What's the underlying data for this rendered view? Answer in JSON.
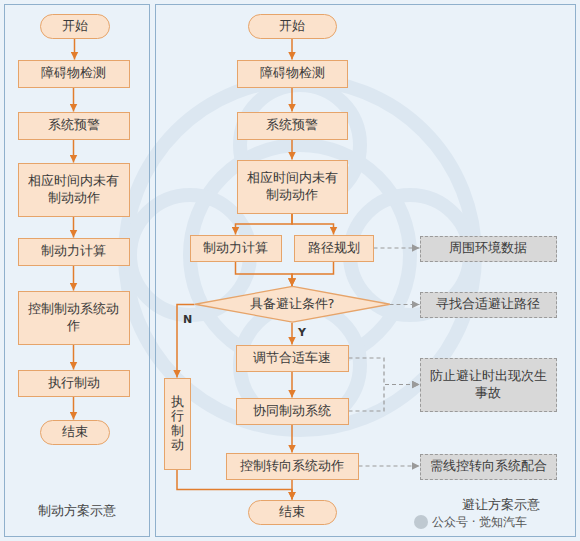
{
  "diagram": {
    "nodes": [
      {
        "text": [
          "制动方案示意"
        ]
      },
      {
        "text": [
          "开始"
        ],
        "in": 0
      },
      {
        "text": [
          "障碍物检测"
        ],
        "in": 0
      },
      {
        "text": [
          "系统预警"
        ],
        "in": 0
      },
      {
        "text": [
          "相应时间内未有制动动作"
        ],
        "in": 0
      },
      {
        "text": [
          "制动力计算"
        ],
        "in": 0
      },
      {
        "text": [
          "控制制动系统动作"
        ],
        "in": 0
      },
      {
        "text": [
          "执行制动"
        ],
        "in": 0
      },
      {
        "text": [
          "结束"
        ],
        "in": 0
      },
      {
        "text": [
          "避让方案示意"
        ]
      },
      {
        "text": [
          "开始"
        ],
        "in": 9
      },
      {
        "text": [
          "障碍物检测"
        ],
        "in": 9
      },
      {
        "text": [
          "系统预警"
        ],
        "in": 9
      },
      {
        "text": [
          "相应时间内未有制动动作"
        ],
        "in": 9
      },
      {
        "text": [
          "制动力计算"
        ],
        "in": 9
      },
      {
        "text": [
          "路径规划"
        ],
        "in": 9
      },
      {
        "text": [
          "周围环境数据"
        ],
        "in": 9
      },
      {
        "text": [
          "具备避让条件?"
        ],
        "in": 9
      },
      {
        "text": [
          "寻找合适避让路径"
        ],
        "in": 9
      },
      {
        "text": [
          "调节合适车速"
        ],
        "in": 9
      },
      {
        "text": [
          "防止避让时出现次生事故"
        ],
        "in": 9
      },
      {
        "text": [
          "协同制动系统"
        ],
        "in": 9
      },
      {
        "text": [
          "执行制动"
        ],
        "in": 9
      },
      {
        "text": [
          "控制转向系统动作"
        ],
        "in": 9
      },
      {
        "text": [
          "需线控转向系统配合"
        ],
        "in": 9
      },
      {
        "text": [
          "结束"
        ],
        "in": 9
      }
    ],
    "edges": [
      {
        "from": 1,
        "to": 2,
        "arrow": "to"
      },
      {
        "from": 2,
        "to": 3,
        "arrow": "to"
      },
      {
        "from": 3,
        "to": 4,
        "arrow": "to"
      },
      {
        "from": 4,
        "to": 5,
        "arrow": "to"
      },
      {
        "from": 5,
        "to": 6,
        "arrow": "to"
      },
      {
        "from": 6,
        "to": 7,
        "arrow": "to"
      },
      {
        "from": 7,
        "to": 8,
        "arrow": "to"
      },
      {
        "from": 10,
        "to": 11,
        "arrow": "to"
      },
      {
        "from": 11,
        "to": 12,
        "arrow": "to"
      },
      {
        "from": 12,
        "to": 13,
        "arrow": "to"
      },
      {
        "from": 13,
        "to": 14,
        "arrow": "to"
      },
      {
        "from": 13,
        "to": 15,
        "arrow": "to"
      },
      {
        "from": 14,
        "to": 17,
        "arrow": "to"
      },
      {
        "from": 15,
        "to": 17,
        "arrow": "to"
      },
      {
        "from": 15,
        "to": 16,
        "arrow": "to"
      },
      {
        "from": 17,
        "to": 18,
        "arrow": "to"
      },
      {
        "from": 17,
        "to": 19,
        "label": "Y",
        "arrow": "to"
      },
      {
        "from": 17,
        "to": 22,
        "label": "N",
        "arrow": "to"
      },
      {
        "from": 19,
        "to": 20,
        "arrow": "to"
      },
      {
        "from": 19,
        "to": 21,
        "arrow": "to"
      },
      {
        "from": 21,
        "to": 20,
        "arrow": "to"
      },
      {
        "from": 21,
        "to": 23,
        "arrow": "to"
      },
      {
        "from": 23,
        "to": 24,
        "arrow": "to"
      },
      {
        "from": 23,
        "to": 25,
        "arrow": "to"
      },
      {
        "from": 22,
        "to": 25,
        "arrow": "to"
      }
    ],
    "labels": [
      "公众号 · 觉知汽车"
    ]
  }
}
